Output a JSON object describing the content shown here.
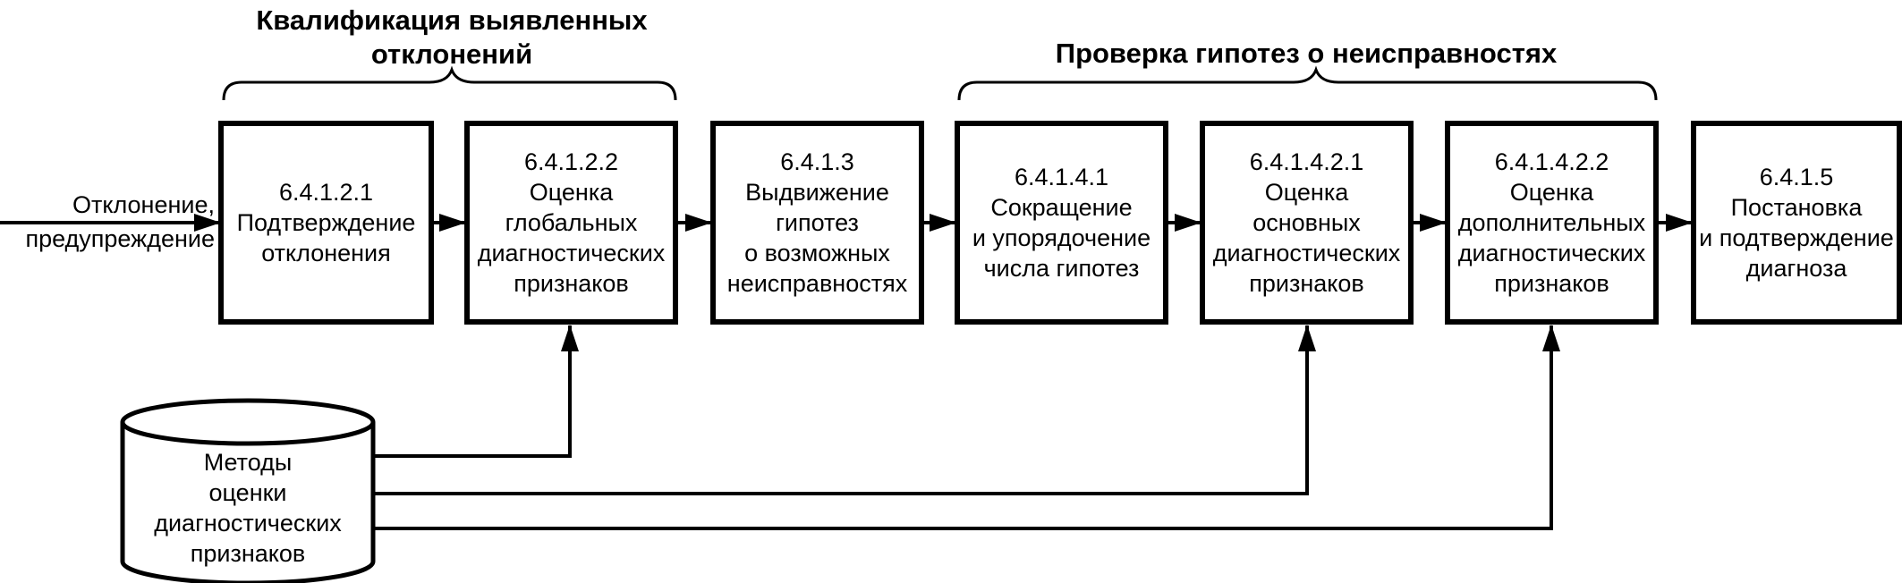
{
  "header_left": [
    "Квалификация выявленных",
    "отклонений"
  ],
  "header_right": [
    "Проверка гипотез о неисправностях"
  ],
  "input_label": [
    "Отклонение,",
    "предупреждение"
  ],
  "steps": [
    {
      "code": "6.4.1.2.1",
      "lines": [
        "Подтверждение",
        "отклонения"
      ]
    },
    {
      "code": "6.4.1.2.2",
      "lines": [
        "Оценка",
        "глобальных",
        "диагностических",
        "признаков"
      ]
    },
    {
      "code": "6.4.1.3",
      "lines": [
        "Выдвижение",
        "гипотез",
        "о возможных",
        "неисправностях"
      ]
    },
    {
      "code": "6.4.1.4.1",
      "lines": [
        "Сокращение",
        "и упорядочение",
        "числа гипотез"
      ]
    },
    {
      "code": "6.4.1.4.2.1",
      "lines": [
        "Оценка",
        "основных",
        "диагностических",
        "признаков"
      ]
    },
    {
      "code": "6.4.1.4.2.2",
      "lines": [
        "Оценка",
        "дополнительных",
        "диагностических",
        "признаков"
      ]
    },
    {
      "code": "6.4.1.5",
      "lines": [
        "Постановка",
        "и подтверждение",
        "диагноза"
      ]
    }
  ],
  "database": {
    "lines": [
      "Методы",
      "оценки",
      "диагностических",
      "признаков"
    ]
  }
}
